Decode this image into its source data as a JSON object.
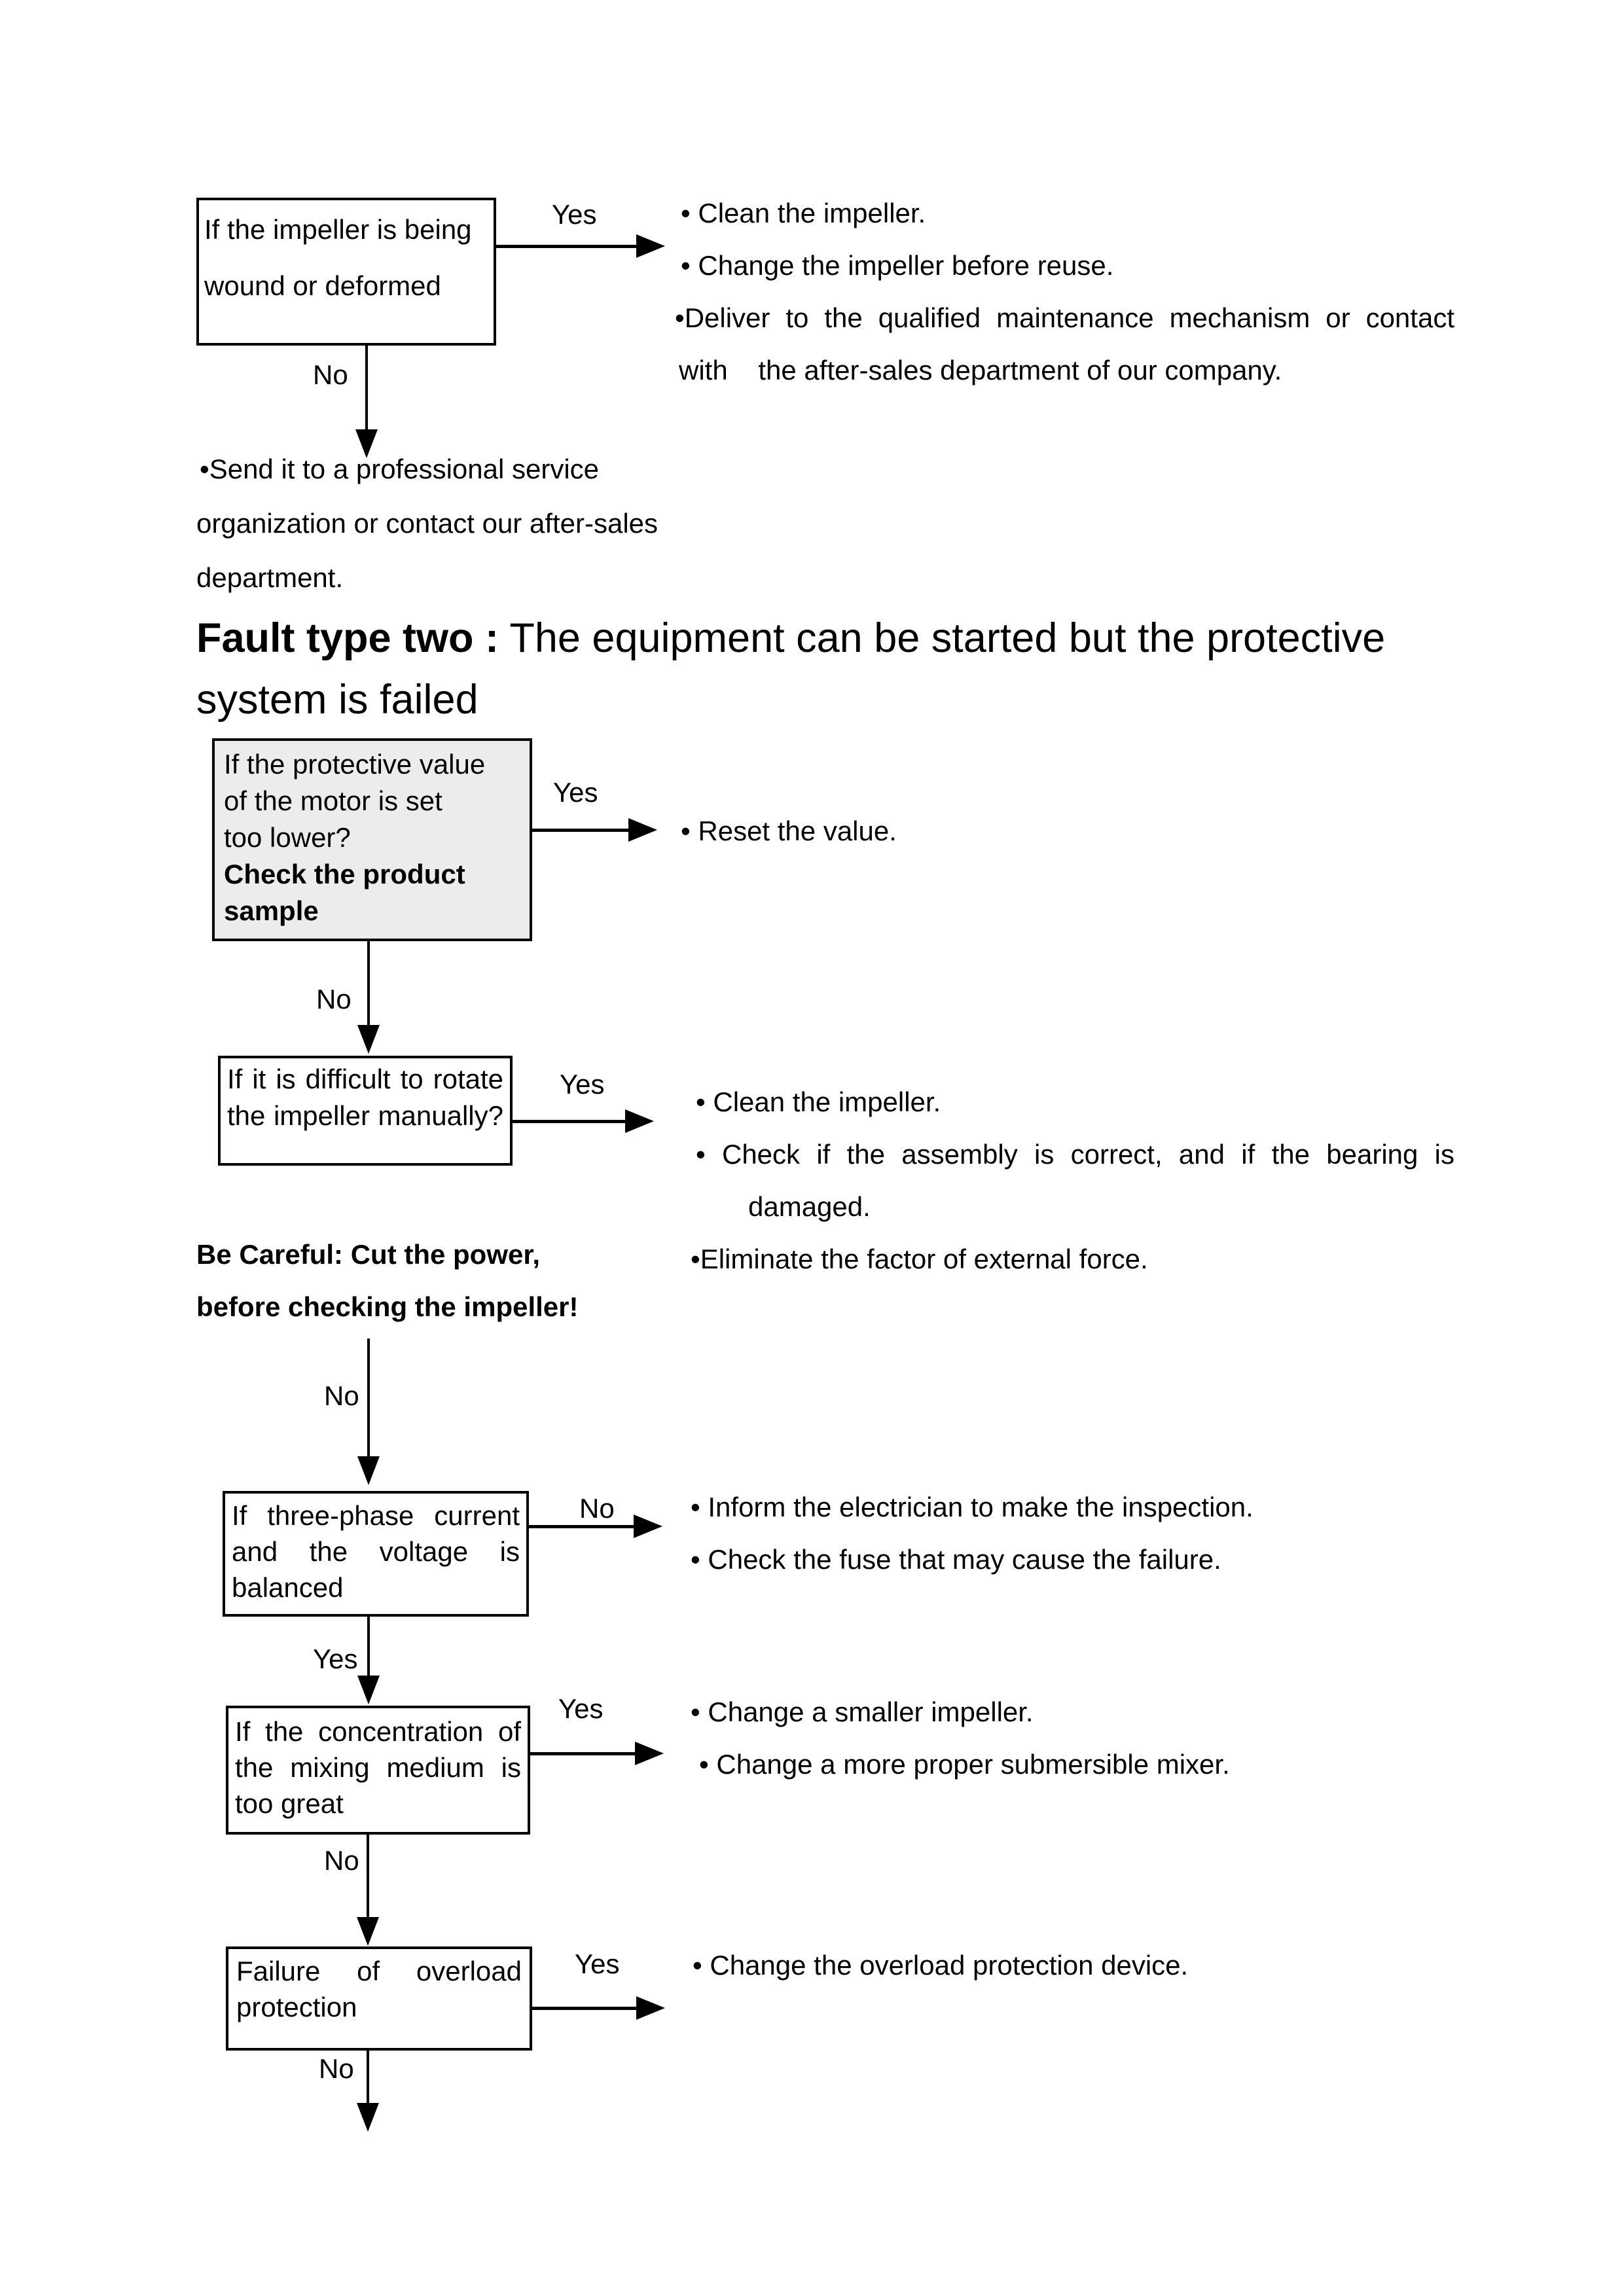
{
  "colors": {
    "text": "#000000",
    "box_fill_shaded": "#ececec",
    "line": "#000000"
  },
  "heading": {
    "bold": "Fault type two :",
    "rest": " The equipment can be started but the protective",
    "line2": "system is failed"
  },
  "boxes": {
    "box1": [
      "If the impeller is being",
      "wound or deformed"
    ],
    "box2": [
      "If the protective value",
      "of the motor is set",
      "too lower?",
      "Check the product",
      "sample"
    ],
    "box3": [
      "If it is difficult to rotate",
      "the impeller manually?"
    ],
    "box4": [
      "If three-phase current",
      "and the voltage is",
      "balanced"
    ],
    "box5": [
      "If the concentration of",
      "the mixing medium is",
      "too great"
    ],
    "box6": [
      "Failure of overload",
      "protection"
    ]
  },
  "labels": {
    "yes1": "Yes",
    "no1": "No",
    "yes2": "Yes",
    "no2": "No",
    "yes3": "Yes",
    "no3": "No",
    "no4": "No",
    "yes4": "Yes",
    "yes5": "Yes",
    "no5": "No",
    "yes6": "Yes",
    "no6": "No"
  },
  "results": {
    "box1_yes": [
      "• Clean the impeller.",
      "• Change the impeller before reuse.",
      "•Deliver to the qualified maintenance mechanism or contact",
      "with    the after-sales department of our company."
    ],
    "box1_no": [
      "•Send it to a professional service",
      "organization or contact our after-sales",
      "department."
    ],
    "box2_yes": [
      "• Reset the value."
    ],
    "box3_yes": [
      "• Clean the impeller.",
      "• Check if the assembly is correct, and if the bearing is",
      "damaged.",
      "•Eliminate the factor of external force."
    ],
    "warning": [
      "Be Careful: Cut the power,",
      "before checking the impeller!"
    ],
    "box4_no": [
      "• Inform the electrician to make the inspection.",
      "• Check the fuse that may cause the failure."
    ],
    "box5_yes": [
      "• Change a smaller impeller.",
      "• Change a more proper submersible mixer."
    ],
    "box6_yes": [
      "• Change the overload protection device."
    ]
  }
}
